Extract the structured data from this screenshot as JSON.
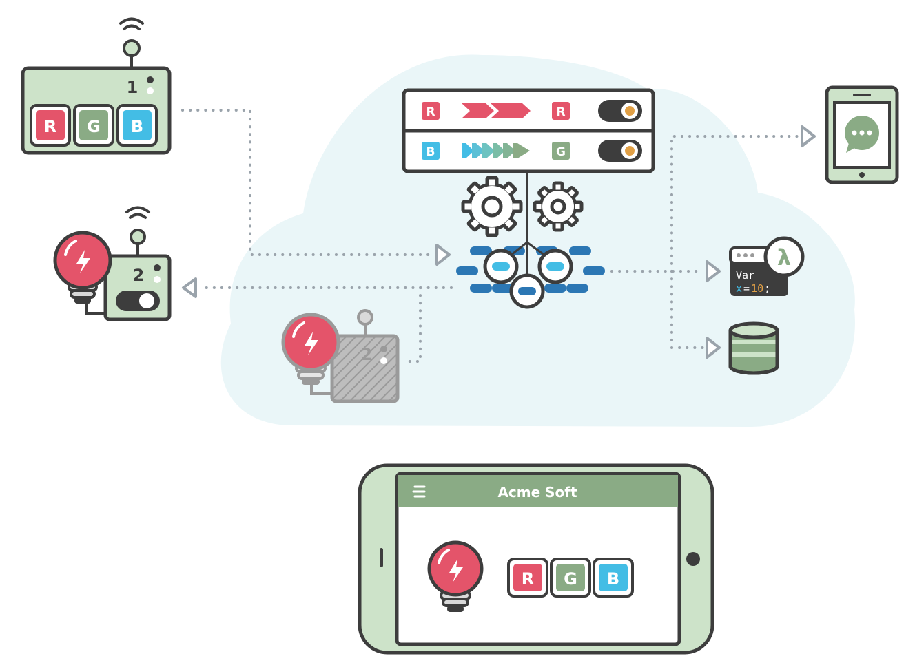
{
  "colors": {
    "red": "#e4546a",
    "green": "#8aab85",
    "blue": "#43bde5",
    "dark_blue": "#2c77b4",
    "light_green": "#cde3c9",
    "outline": "#3d3d3d",
    "cloud": "#eaf6f8",
    "connector": "#9aa3ab",
    "orange": "#e1a046"
  },
  "device1": {
    "number": "1",
    "buttons": [
      "R",
      "G",
      "B"
    ]
  },
  "device2": {
    "number": "2"
  },
  "device2_ghost": {
    "number": "2"
  },
  "rules_panel": {
    "rows": [
      {
        "source": "R",
        "target": "R"
      },
      {
        "source": "B",
        "target": "G"
      }
    ]
  },
  "lambda_card": {
    "symbol": "λ",
    "code_line1": "Var",
    "code_var": "x",
    "code_eq": "=",
    "code_val": "10",
    "code_end": ";"
  },
  "phone_app": {
    "title": "Acme Soft",
    "buttons": [
      "R",
      "G",
      "B"
    ]
  },
  "icons": [
    "wifi-icon",
    "bolt-icon",
    "bulb-icon",
    "gear-icon",
    "chat-icon",
    "lambda-icon",
    "database-icon",
    "menu-icon",
    "tablet-icon",
    "phone-icon",
    "cloud-icon"
  ]
}
